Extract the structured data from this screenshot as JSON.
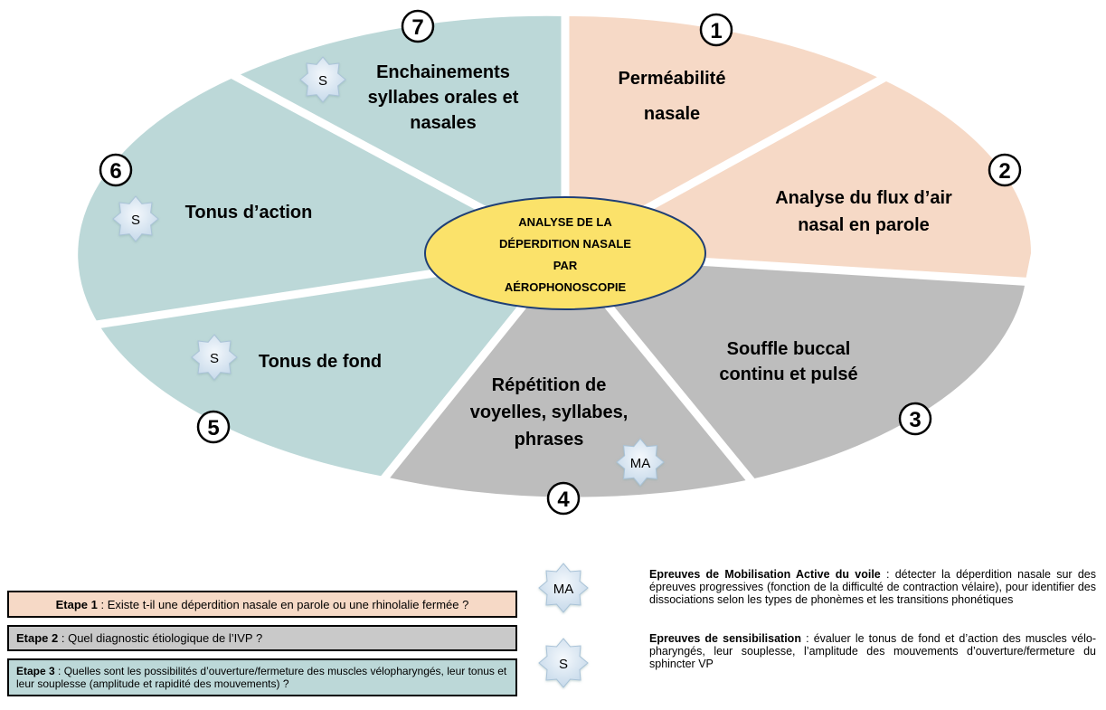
{
  "center": {
    "lines": [
      "ANALYSE DE LA",
      "DÉPERDITION NASALE",
      "PAR",
      "AÉROPHONOSCOPIE"
    ],
    "color": "#fbe26a"
  },
  "segments": [
    {
      "number": "1",
      "lines": [
        "Perméabilité",
        "nasale"
      ],
      "color": "#f6d9c6"
    },
    {
      "number": "2",
      "lines": [
        "Analyse du flux d’air",
        "nasal en parole"
      ],
      "color": "#f6d9c6"
    },
    {
      "number": "3",
      "lines": [
        "Souffle buccal",
        "continu et pulsé"
      ],
      "color": "#bdbdbd"
    },
    {
      "number": "4",
      "lines": [
        "Répétition de",
        "voyelles, syllabes,",
        "phrases"
      ],
      "color": "#bdbdbd",
      "badge": "MA"
    },
    {
      "number": "5",
      "lines": [
        "Tonus de fond"
      ],
      "color": "#bcd8d8",
      "badge": "S"
    },
    {
      "number": "6",
      "lines": [
        "Tonus d’action"
      ],
      "color": "#bcd8d8",
      "badge": "S"
    },
    {
      "number": "7",
      "lines": [
        "Enchainements",
        "syllabes orales et",
        "nasales"
      ],
      "color": "#bcd8d8",
      "badge": "S"
    }
  ],
  "etapes": [
    {
      "label": "Etape 1",
      "text": " : Existe t-il une déperdition nasale en parole ou une rhinolalie fermée ?",
      "color": "#f6d9c6"
    },
    {
      "label": "Etape 2",
      "text": " : Quel diagnostic étiologique de l’IVP ?",
      "color": "#c9c9c9"
    },
    {
      "label": "Etape 3",
      "text": " : Quelles sont les possibilités d’ouverture/fermeture des muscles vélopharyngés, leur tonus et leur souplesse (amplitude et rapidité des mouvements) ?",
      "color": "#bcd8d8"
    }
  ],
  "legend": {
    "ma": {
      "badge": "MA",
      "title": "Epreuves de Mobilisation Active du voile",
      "text": " : détecter la déperdition nasale sur des épreuves progressives (fonction de la difficulté de contraction vélaire), pour identifier des dissociations selon les types de phonèmes et les transitions phonétiques"
    },
    "s": {
      "badge": "S",
      "title": "Epreuves de sensibilisation",
      "text": " : évaluer le tonus de fond et d’action des muscles vélo-pharyngés, leur souplesse, l’amplitude des mouvements d’ouverture/fermeture du sphincter VP"
    }
  }
}
